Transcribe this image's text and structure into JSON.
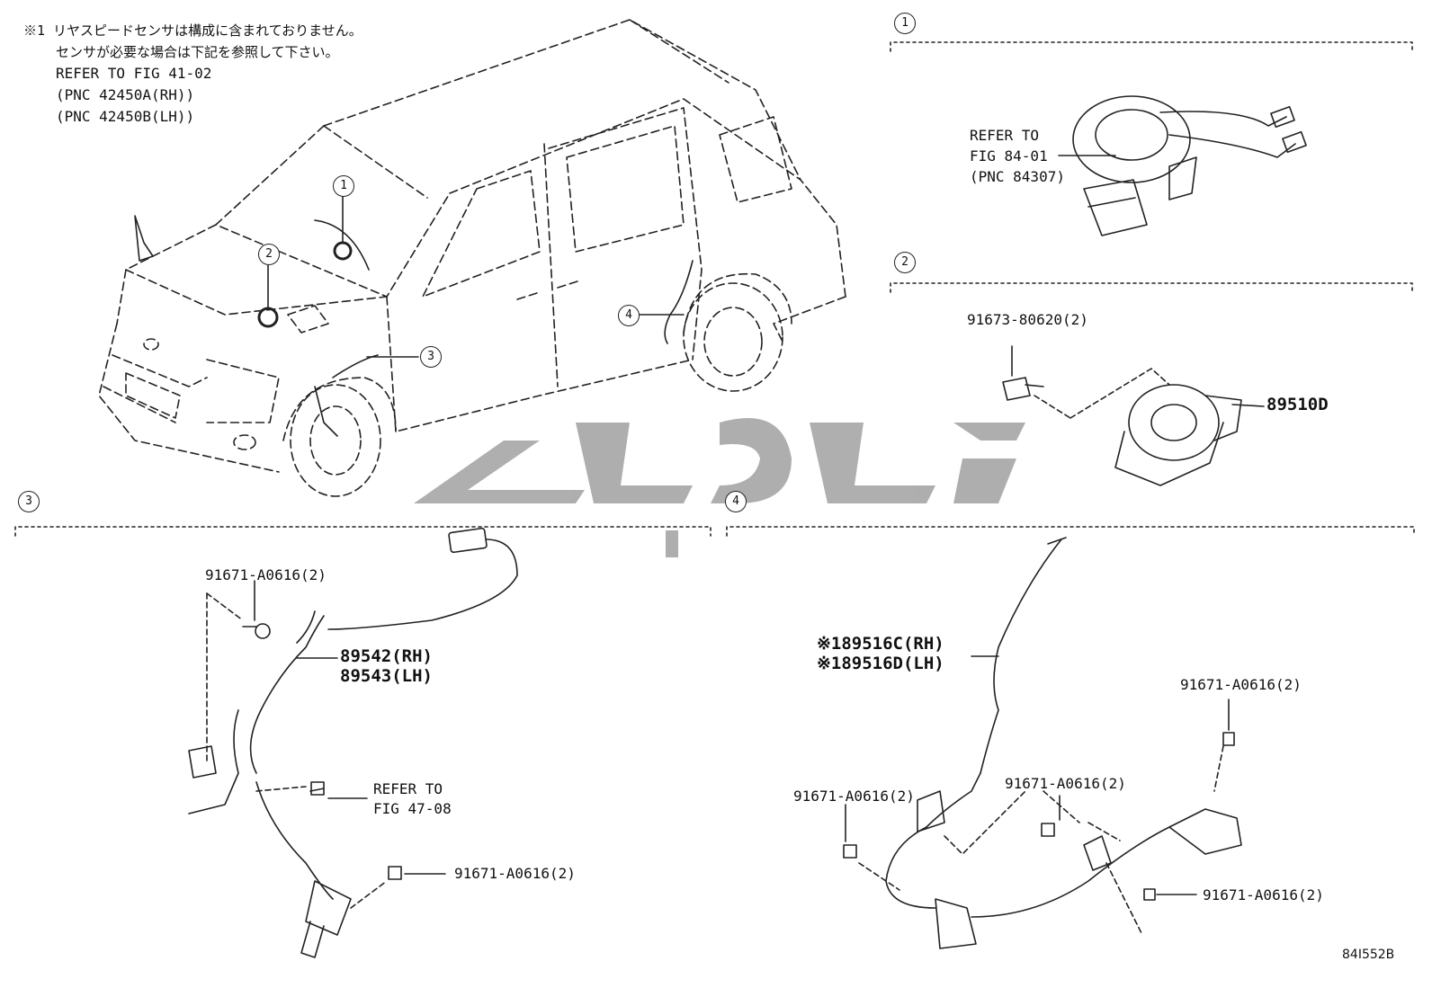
{
  "note": {
    "line1": "※1 リヤスピードセンサは構成に含まれておりません。",
    "line2": "センサが必要な場合は下記を参照して下さい。",
    "line3": "REFER TO FIG 41-02",
    "line4": "(PNC 42450A(RH))",
    "line5": "(PNC 42450B(LH))"
  },
  "vehicle_callouts": [
    "1",
    "2",
    "3",
    "4"
  ],
  "sections": {
    "s1": {
      "number": "1",
      "ref_line1": "REFER TO",
      "ref_line2": "FIG 84-01",
      "ref_line3": "(PNC 84307)"
    },
    "s2": {
      "number": "2",
      "bolt": "91673-80620(2)",
      "part": "89510D"
    },
    "s3": {
      "number": "3",
      "bolt_top": "91671-A0616(2)",
      "part_rh": "89542(RH)",
      "part_lh": "89543(LH)",
      "ref_line1": "REFER TO",
      "ref_line2": "FIG 47-08",
      "bolt_bottom": "91671-A0616(2)"
    },
    "s4": {
      "number": "4",
      "part_rh": "※189516C(RH)",
      "part_lh": "※189516D(LH)",
      "bolt_right_top": "91671-A0616(2)",
      "bolt_mid": "91671-A0616(2)",
      "bolt_left": "91671-A0616(2)",
      "bolt_right_bottom": "91671-A0616(2)"
    }
  },
  "figure_id": "84I552B"
}
